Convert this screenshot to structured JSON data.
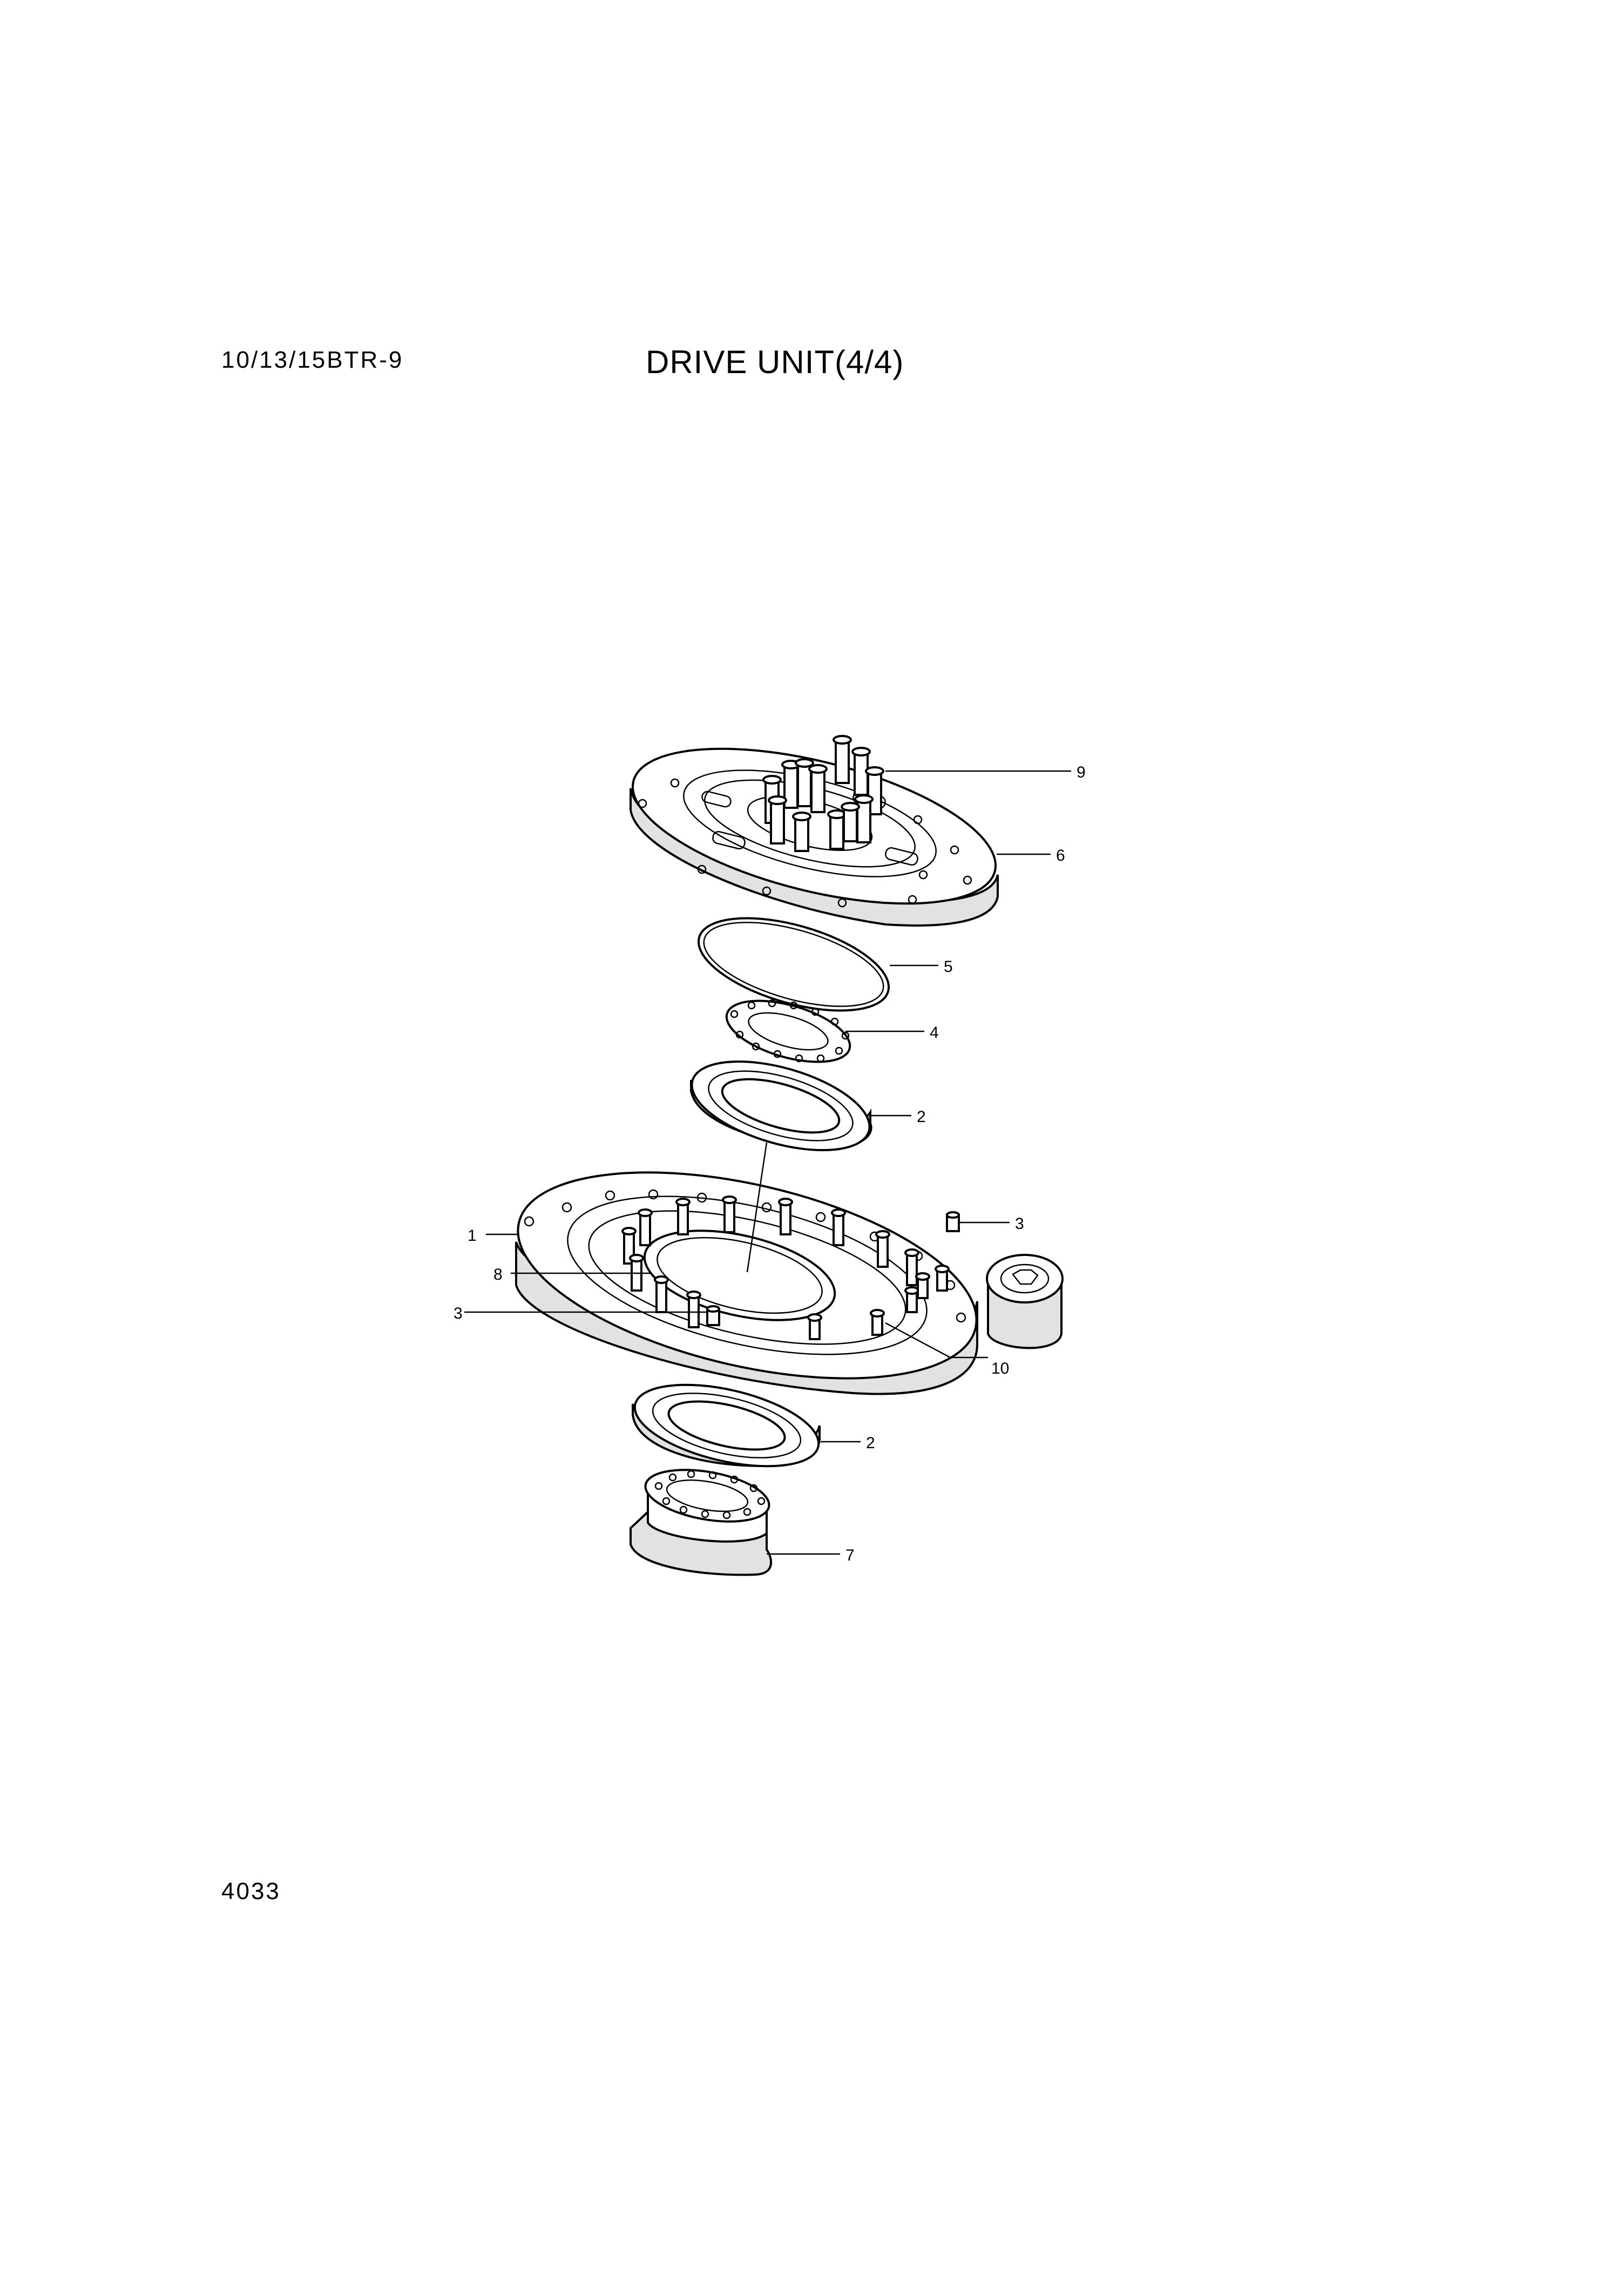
{
  "header": {
    "model": "10/13/15BTR-9",
    "title": "DRIVE UNIT(4/4)"
  },
  "footer": {
    "page_number": "4033"
  },
  "callouts": {
    "c9": "9",
    "c6": "6",
    "c5": "5",
    "c4": "4",
    "c2_upper": "2",
    "c3_right": "3",
    "c1": "1",
    "c8": "8",
    "c3_left": "3",
    "c10": "10",
    "c2_lower": "2",
    "c7": "7"
  }
}
